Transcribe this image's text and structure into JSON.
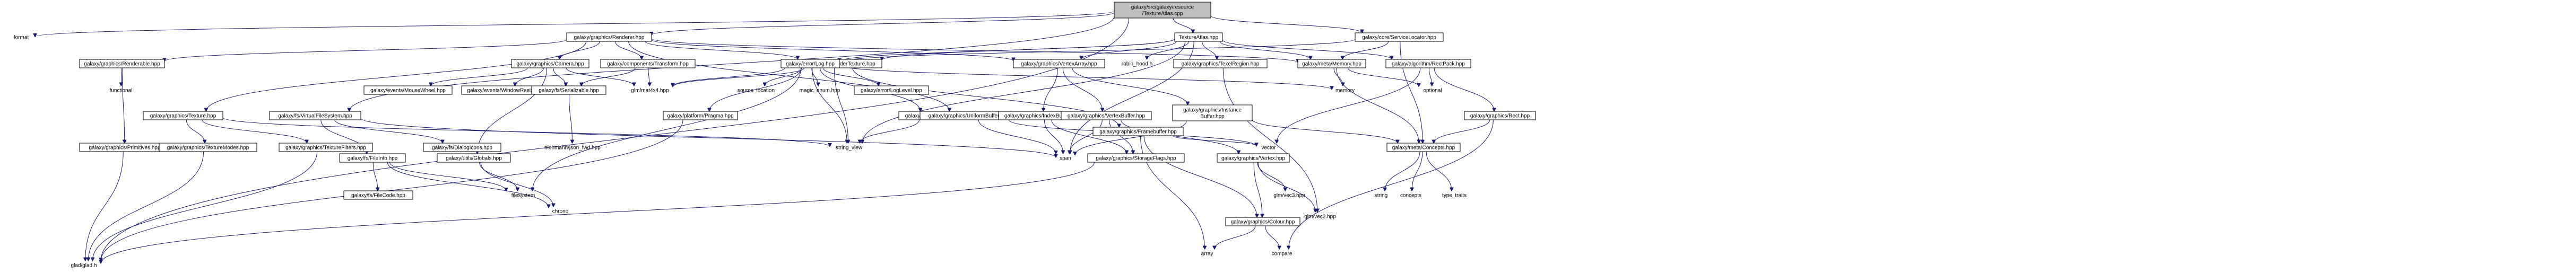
{
  "graph": {
    "nodes": [
      {
        "id": "root",
        "lines": [
          "galaxy/src/galaxy/resource",
          "/TextureAtlas.cpp"
        ],
        "kind": "root"
      },
      {
        "id": "format",
        "lines": [
          "format"
        ],
        "kind": "external"
      },
      {
        "id": "renderer",
        "lines": [
          "galaxy/graphics/Renderer.hpp"
        ],
        "kind": "local"
      },
      {
        "id": "virtualfs",
        "lines": [
          "galaxy/fs/VirtualFileSystem.hpp"
        ],
        "kind": "local"
      },
      {
        "id": "glad",
        "lines": [
          "glad/glad.h"
        ],
        "kind": "external"
      },
      {
        "id": "textureatlas",
        "lines": [
          "TextureAtlas.hpp"
        ],
        "kind": "local"
      },
      {
        "id": "servicelocator",
        "lines": [
          "galaxy/core/ServiceLocator.hpp"
        ],
        "kind": "local"
      },
      {
        "id": "renderable",
        "lines": [
          "galaxy/graphics/Renderable.hpp"
        ],
        "kind": "local"
      },
      {
        "id": "camera",
        "lines": [
          "galaxy/graphics/Camera.hpp"
        ],
        "kind": "local"
      },
      {
        "id": "transform",
        "lines": [
          "galaxy/components/Transform.hpp"
        ],
        "kind": "local"
      },
      {
        "id": "rendertexture",
        "lines": [
          "galaxy/graphics/RenderTexture.hpp"
        ],
        "kind": "local"
      },
      {
        "id": "vertexarray",
        "lines": [
          "galaxy/graphics/VertexArray.hpp"
        ],
        "kind": "local"
      },
      {
        "id": "robinhood",
        "lines": [
          "robin_hood.h"
        ],
        "kind": "external"
      },
      {
        "id": "texelregion",
        "lines": [
          "galaxy/graphics/TexelRegion.hpp"
        ],
        "kind": "local"
      },
      {
        "id": "metamemory",
        "lines": [
          "galaxy/meta/Memory.hpp"
        ],
        "kind": "local"
      },
      {
        "id": "rectpack",
        "lines": [
          "galaxy/algorithm/RectPack.hpp"
        ],
        "kind": "local"
      },
      {
        "id": "functional",
        "lines": [
          "functional"
        ],
        "kind": "external"
      },
      {
        "id": "texture",
        "lines": [
          "galaxy/graphics/Texture.hpp"
        ],
        "kind": "local"
      },
      {
        "id": "mousewheel",
        "lines": [
          "galaxy/events/MouseWheel.hpp"
        ],
        "kind": "local"
      },
      {
        "id": "windowresized",
        "lines": [
          "galaxy/events/WindowResized.hpp"
        ],
        "kind": "local"
      },
      {
        "id": "serializable",
        "lines": [
          "galaxy/fs/Serializable.hpp"
        ],
        "kind": "local"
      },
      {
        "id": "glmmat4",
        "lines": [
          "glm/mat4x4.hpp"
        ],
        "kind": "external"
      },
      {
        "id": "errorlog",
        "lines": [
          "galaxy/error/Log.hpp"
        ],
        "kind": "local"
      },
      {
        "id": "pragma",
        "lines": [
          "galaxy/platform/Pragma.hpp"
        ],
        "kind": "local"
      },
      {
        "id": "sourcelocation",
        "lines": [
          "source_location"
        ],
        "kind": "external"
      },
      {
        "id": "magicenum",
        "lines": [
          "magic_enum.hpp"
        ],
        "kind": "external"
      },
      {
        "id": "loglevel",
        "lines": [
          "galaxy/error/LogLevel.hpp"
        ],
        "kind": "local"
      },
      {
        "id": "sink",
        "lines": [
          "galaxy/error/Sink.hpp"
        ],
        "kind": "local"
      },
      {
        "id": "uniformbuffer",
        "lines": [
          "galaxy/graphics/UniformBuffer.hpp"
        ],
        "kind": "local"
      },
      {
        "id": "indexbuffer",
        "lines": [
          "galaxy/graphics/IndexBuffer.hpp"
        ],
        "kind": "local"
      },
      {
        "id": "vertexbuffer",
        "lines": [
          "galaxy/graphics/VertexBuffer.hpp"
        ],
        "kind": "local"
      },
      {
        "id": "instancebuffer",
        "lines": [
          "galaxy/graphics/Instance",
          "Buffer.hpp"
        ],
        "kind": "local"
      },
      {
        "id": "memory",
        "lines": [
          "memory"
        ],
        "kind": "external"
      },
      {
        "id": "optional",
        "lines": [
          "optional"
        ],
        "kind": "external"
      },
      {
        "id": "rect",
        "lines": [
          "galaxy/graphics/Rect.hpp"
        ],
        "kind": "local"
      },
      {
        "id": "primitives",
        "lines": [
          "galaxy/graphics/Primitives.hpp"
        ],
        "kind": "local"
      },
      {
        "id": "texturemodes",
        "lines": [
          "galaxy/graphics/TextureModes.hpp"
        ],
        "kind": "local"
      },
      {
        "id": "texturefilters",
        "lines": [
          "galaxy/graphics/TextureFilters.hpp"
        ],
        "kind": "local"
      },
      {
        "id": "dialogicons",
        "lines": [
          "galaxy/fs/DialogIcons.hpp"
        ],
        "kind": "local"
      },
      {
        "id": "fileinfo",
        "lines": [
          "galaxy/fs/FileInfo.hpp"
        ],
        "kind": "local"
      },
      {
        "id": "globals",
        "lines": [
          "galaxy/utils/Globals.hpp"
        ],
        "kind": "local"
      },
      {
        "id": "nlohmann",
        "lines": [
          "nlohmann/json_fwd.hpp"
        ],
        "kind": "external"
      },
      {
        "id": "stringview",
        "lines": [
          "string_view"
        ],
        "kind": "external"
      },
      {
        "id": "span",
        "lines": [
          "span"
        ],
        "kind": "external"
      },
      {
        "id": "storageflags",
        "lines": [
          "galaxy/graphics/StorageFlags.hpp"
        ],
        "kind": "local"
      },
      {
        "id": "framebuffer",
        "lines": [
          "galaxy/graphics/Framebuffer.hpp"
        ],
        "kind": "local"
      },
      {
        "id": "vector",
        "lines": [
          "vector"
        ],
        "kind": "external"
      },
      {
        "id": "concepts_local",
        "lines": [
          "galaxy/meta/Concepts.hpp"
        ],
        "kind": "local"
      },
      {
        "id": "graphicsvertex",
        "lines": [
          "galaxy/graphics/Vertex.hpp"
        ],
        "kind": "local"
      },
      {
        "id": "filecode",
        "lines": [
          "galaxy/fs/FileCode.hpp"
        ],
        "kind": "local"
      },
      {
        "id": "filesystem",
        "lines": [
          "filesystem"
        ],
        "kind": "external"
      },
      {
        "id": "chrono",
        "lines": [
          "chrono"
        ],
        "kind": "external"
      },
      {
        "id": "glmvec3",
        "lines": [
          "glm/vec3.hpp"
        ],
        "kind": "external"
      },
      {
        "id": "glmvec2",
        "lines": [
          "glm/vec2.hpp"
        ],
        "kind": "external"
      },
      {
        "id": "colour",
        "lines": [
          "galaxy/graphics/Colour.hpp"
        ],
        "kind": "local"
      },
      {
        "id": "concepts",
        "lines": [
          "concepts"
        ],
        "kind": "external"
      },
      {
        "id": "typetraits",
        "lines": [
          "type_traits"
        ],
        "kind": "external"
      },
      {
        "id": "string",
        "lines": [
          "string"
        ],
        "kind": "external"
      },
      {
        "id": "array",
        "lines": [
          "array"
        ],
        "kind": "external"
      },
      {
        "id": "compare",
        "lines": [
          "compare"
        ],
        "kind": "external"
      }
    ]
  }
}
